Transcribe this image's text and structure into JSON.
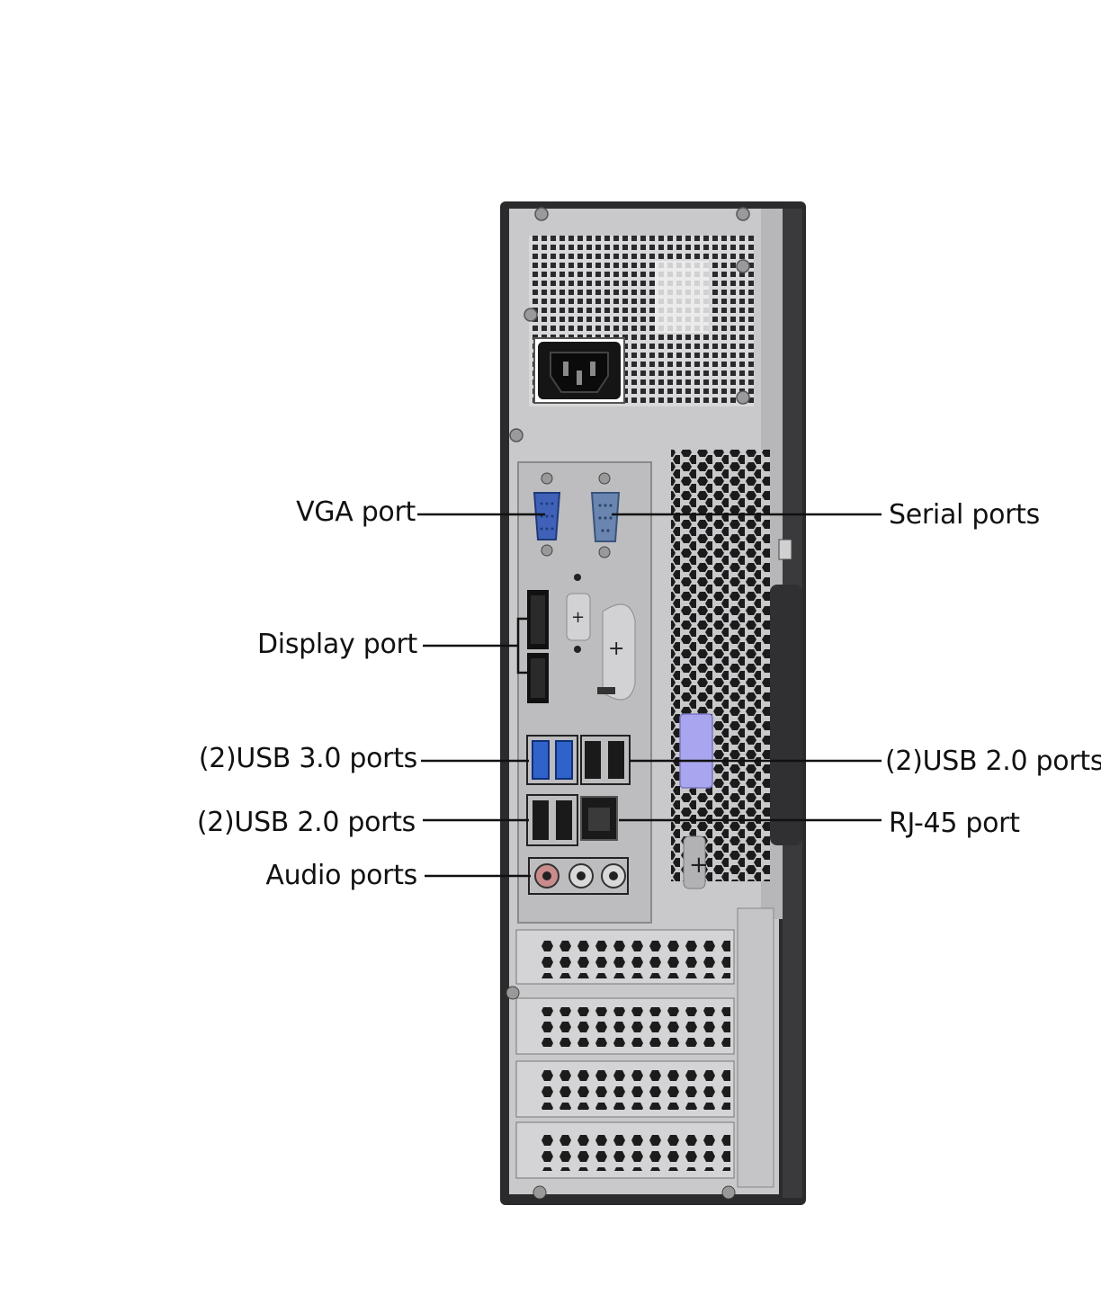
{
  "callouts": {
    "vga": "VGA port",
    "display": "Display port",
    "usb3": "(2)USB 3.0 ports",
    "usb2_left": "(2)USB 2.0 ports",
    "audio": "Audio ports",
    "serial": "Serial ports",
    "usb2_right": "(2)USB 2.0 ports",
    "rj45": "RJ-45 port"
  },
  "colors": {
    "chassis": "#2b2b2d",
    "panel": "#c9c9cb",
    "io_plate": "#bdbdbf",
    "vga_blue": "#3f62b8",
    "usb3_blue": "#2f63c9",
    "lavender_latch": "#a9a6ef",
    "audio_pink": "#c98b8b"
  },
  "icons": [
    "power-inlet-icon",
    "vga-connector-icon",
    "serial-connector-icon",
    "displayport-icon",
    "usb3-port-icon",
    "usb2-port-icon",
    "ethernet-jack-icon",
    "audio-jack-icon"
  ]
}
